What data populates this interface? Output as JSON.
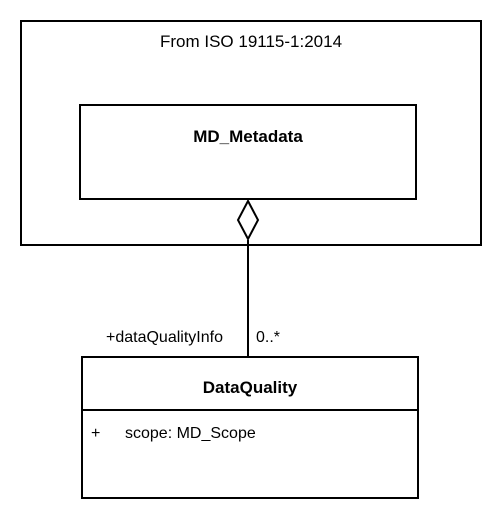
{
  "package": {
    "title": "From ISO 19115-1:2014"
  },
  "classes": {
    "md_metadata": {
      "name": "MD_Metadata"
    },
    "data_quality": {
      "name": "DataQuality",
      "attributes": [
        {
          "visibility": "+",
          "text": "scope: MD_Scope"
        }
      ]
    }
  },
  "association": {
    "kind": "aggregation",
    "role": "+dataQualityInfo",
    "multiplicity": "0..*"
  }
}
